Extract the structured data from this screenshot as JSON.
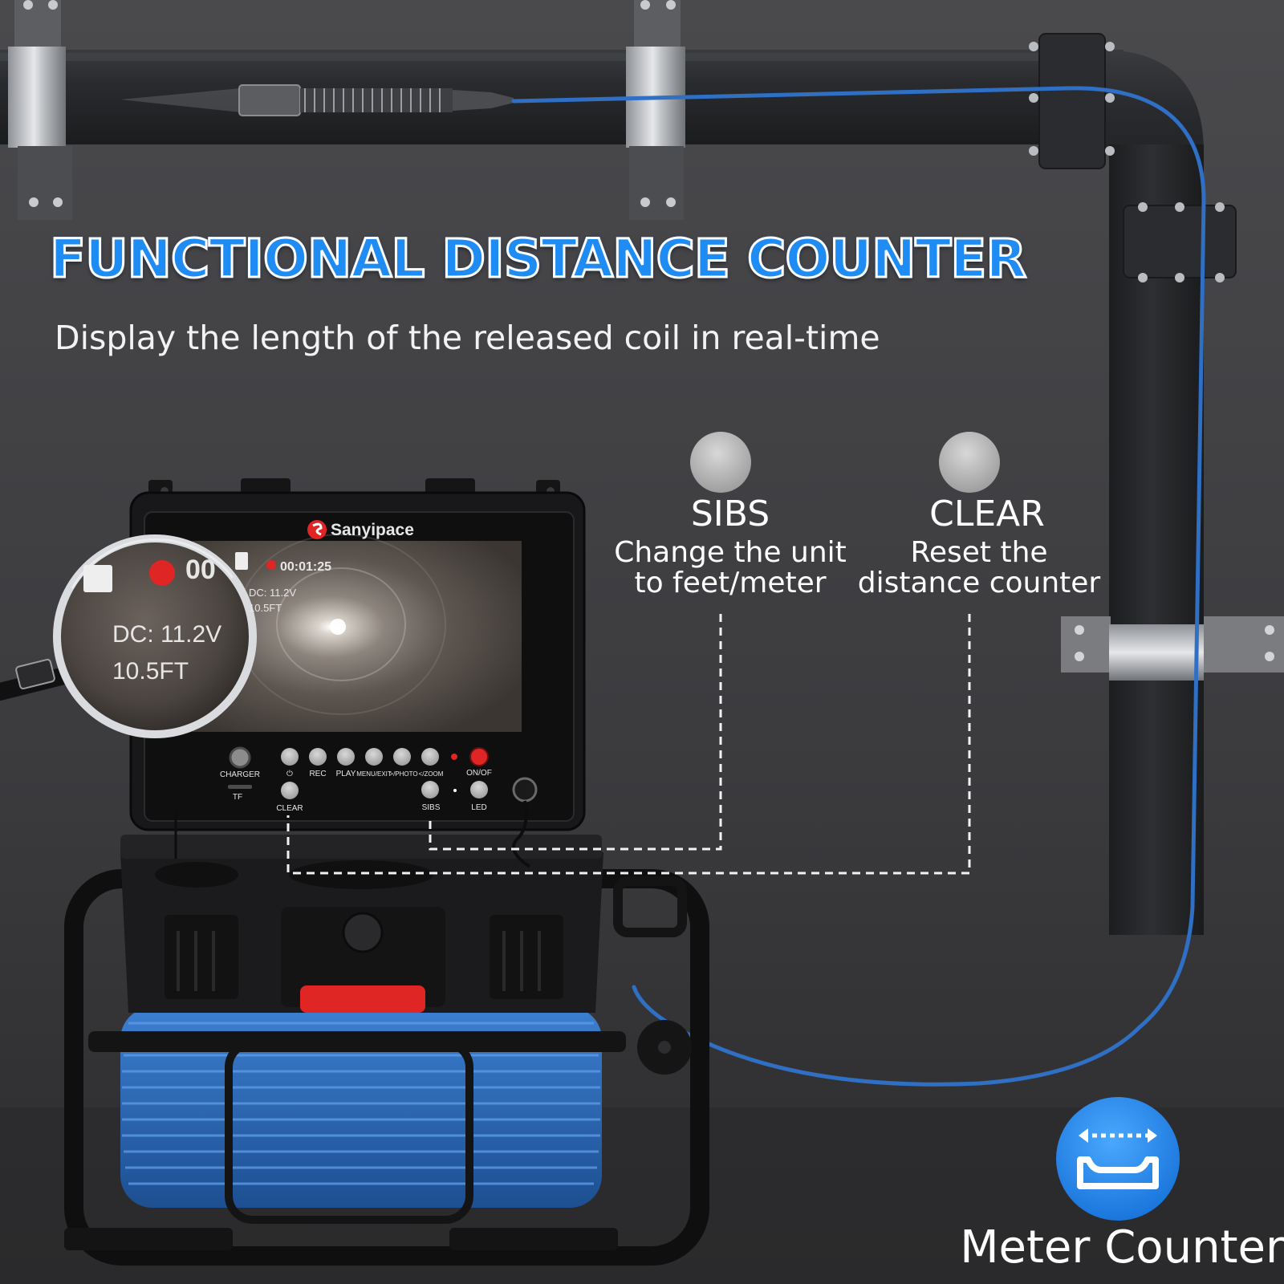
{
  "headline": "FUNCTIONAL DISTANCE COUNTER",
  "subline": "Display the length of the released coil in real-time",
  "callouts": {
    "sibs": {
      "title": "SIBS",
      "line1": "Change the unit",
      "line2": "to feet/meter"
    },
    "clear": {
      "title": "CLEAR",
      "line1": "Reset the",
      "line2": "distance counter"
    }
  },
  "device": {
    "brand": "Sanyipace",
    "timer": "00:01:25",
    "voltage": "DC: 11.2V",
    "distance": "10.5FT",
    "magnifier": {
      "voltage": "DC: 11.2V",
      "distance": "10.5FT",
      "rec_digits": "00"
    },
    "buttons": {
      "charger": "CHARGER",
      "tf": "TF",
      "power": "⏻",
      "rec": "REC",
      "play": "PLAY",
      "menu": "MENU/EXIT",
      "photo": ">/PHOTO",
      "zoom": "</ZOOM",
      "onoff": "ON/OF",
      "clear": "CLEAR",
      "sibs": "SIBS",
      "led": "LED"
    }
  },
  "badge": {
    "icon": "meter-counter-icon",
    "label": "Meter Counter",
    "color": "#1f8cf3"
  },
  "colors": {
    "cable": "#2f6fc4",
    "pipe": "#26272a",
    "accent_red": "#e02525"
  }
}
